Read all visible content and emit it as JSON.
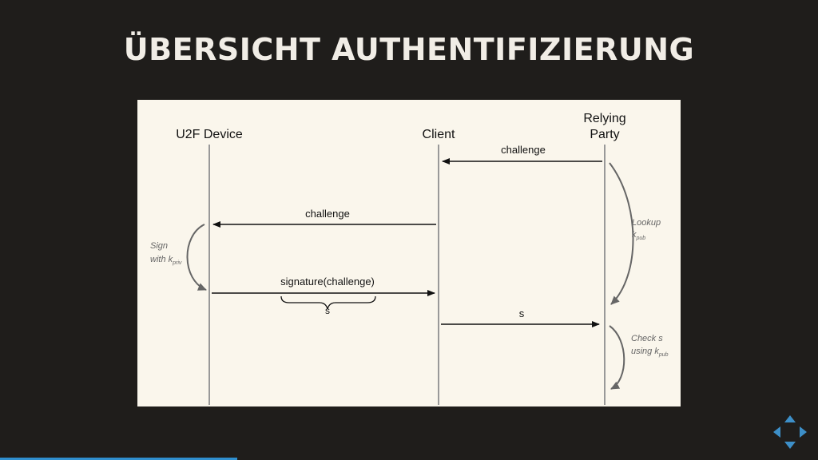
{
  "slide": {
    "title": "ÜBERSICHT AUTHENTIFIZIERUNG",
    "progress_fraction": 0.29
  },
  "diagram": {
    "participants": {
      "u2f": "U2F Device",
      "client": "Client",
      "rp_line1": "Relying",
      "rp_line2": "Party"
    },
    "messages": {
      "m1": "challenge",
      "m2": "challenge",
      "m3": "signature(challenge)",
      "m3_brace": "s",
      "m4": "s"
    },
    "notes": {
      "sign_line1": "Sign",
      "sign_line2": "with k",
      "sign_sub": "priv",
      "lookup_line1": "Lookup",
      "lookup_line2": "k",
      "lookup_sub": "pub",
      "check_line1": "Check s",
      "check_line2": "using k",
      "check_sub": "pub"
    }
  },
  "colors": {
    "background": "#1f1d1b",
    "panel": "#faf6ec",
    "accent": "#2f8fcf"
  }
}
